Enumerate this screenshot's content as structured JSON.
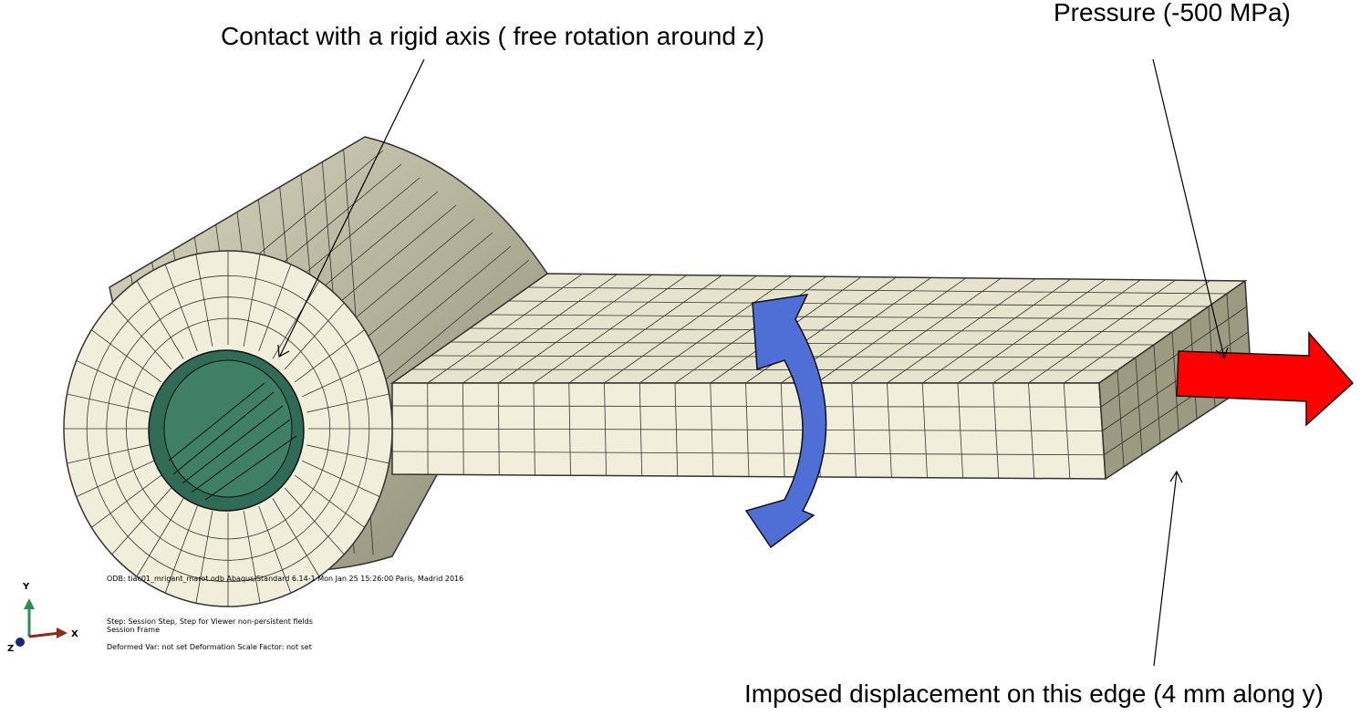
{
  "callouts": {
    "contact": "Contact with a rigid axis ( free rotation around z)",
    "pressure": "Pressure (-500 MPa)",
    "displacement": "Imposed displacement on this edge (4 mm along y)"
  },
  "viewport_info": {
    "odb_line": "ODB: tiac01_mrigant_marot.odb    Abaqus/Standard 6.14-1    Mon Jan 25 15:26:00 Paris, Madrid 2016",
    "step_line": "Step: Session Step, Step for Viewer non-persistent fields",
    "frame_line": "Session Frame",
    "deformed_line": "Deformed Var: not set   Deformation Scale Factor: not set"
  },
  "triad": {
    "x": "X",
    "y": "Y",
    "z": "Z"
  },
  "colors": {
    "mesh_face": "#f1efdb",
    "mesh_side": "#b9b79c",
    "mesh_dark": "#8c8a72",
    "mesh_line": "#333333",
    "rigid_axis": "#2f6b56",
    "rotation_arrow": "#4f6fd6",
    "pressure_arrow": "#ff0000",
    "triad_x": "#8b2b1a",
    "triad_y": "#2e8b57",
    "triad_z": "#1a237e"
  }
}
